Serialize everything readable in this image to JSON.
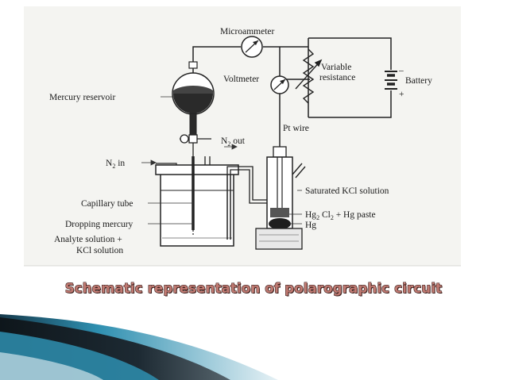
{
  "diagram": {
    "labels": {
      "microammeter": "Microammeter",
      "variable_resistance_line1": "Variable",
      "variable_resistance_line2": "resistance",
      "battery": "Battery",
      "battery_minus": "–",
      "battery_plus": "+",
      "voltmeter": "Voltmeter",
      "mercury_reservoir": "Mercury reservoir",
      "pt_wire": "Pt wire",
      "n2_out_n": "N",
      "n2_out_sub": "2",
      "n2_out_rest": " out",
      "n2_in_n": "N",
      "n2_in_sub": "2",
      "n2_in_rest": " in",
      "capillary_tube": "Capillary tube",
      "saturated_kcl": "Saturated KCl solution",
      "hg2cl2_a": "Hg",
      "hg2cl2_sub1": "2",
      "hg2cl2_b": " Cl",
      "hg2cl2_sub2": "2",
      "hg2cl2_c": " + Hg paste",
      "hg": "Hg",
      "dropping_mercury": "Dropping mercury",
      "analyte_line1": "Analyte solution +",
      "analyte_line2": "KCl solution"
    }
  },
  "caption": "Schematic representation of polarographic circuit",
  "colors": {
    "caption_fill": "#c07a72",
    "caption_outline": "#3a1f1c",
    "band_dark": "#1d2a33",
    "band_teal": "#2e8fb0",
    "band_light": "#cfe3ea"
  }
}
